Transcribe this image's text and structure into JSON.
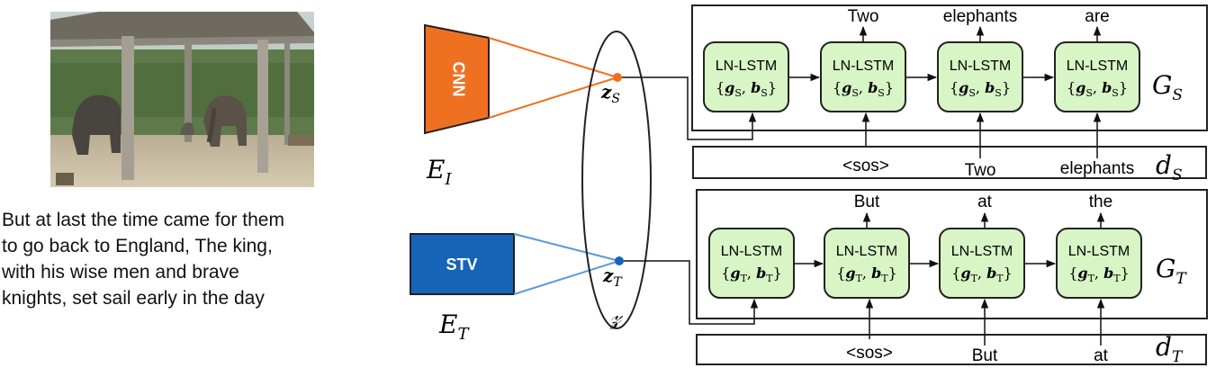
{
  "caption_lines": [
    "But at last the time came for them",
    "to go back to England, The king,",
    "with his wise men and brave",
    "knights, set sail early in the day"
  ],
  "encoders": {
    "image": {
      "box_label": "CNN",
      "symbol": "E",
      "subscript": "I",
      "color": "#f07021"
    },
    "text": {
      "box_label": "STV",
      "symbol": "E",
      "subscript": "T",
      "color": "#1663b8"
    }
  },
  "latent": {
    "space_symbol": "𝓏",
    "z_s": {
      "base": "z",
      "sub": "S"
    },
    "z_t": {
      "base": "z",
      "sub": "T"
    }
  },
  "decoders": {
    "story": {
      "outputs": [
        "Two",
        "elephants",
        "are"
      ],
      "inputs": [
        "<sos>",
        "Two",
        "elephants"
      ],
      "cell_label": "LN-LSTM",
      "param_g": "g",
      "param_b": "b",
      "param_sub": "S",
      "generator": {
        "base": "G",
        "sub": "S"
      },
      "data": {
        "base": "d",
        "sub": "S"
      }
    },
    "text": {
      "outputs": [
        "But",
        "at",
        "the"
      ],
      "inputs": [
        "<sos>",
        "But",
        "at"
      ],
      "cell_label": "LN-LSTM",
      "param_g": "g",
      "param_b": "b",
      "param_sub": "T",
      "generator": {
        "base": "G",
        "sub": "T"
      },
      "data": {
        "base": "d",
        "sub": "T"
      }
    }
  },
  "colors": {
    "lstm_fill": "#d8f5c6",
    "line": "#111111"
  }
}
